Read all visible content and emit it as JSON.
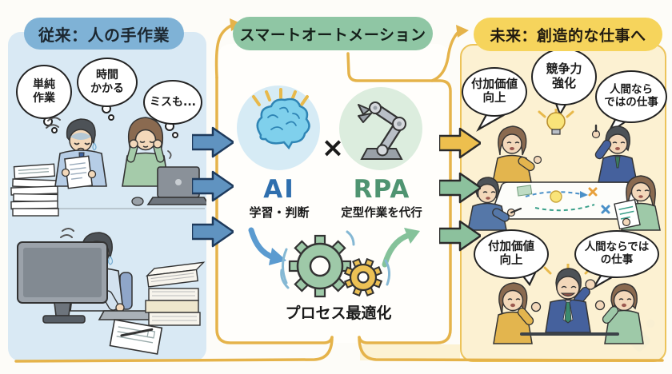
{
  "panels": {
    "traditional": {
      "title": "従来：人の手作業",
      "bubbles": [
        "単純\n作業",
        "時間\nかかる",
        "ミスも..."
      ]
    },
    "automation": {
      "title": "スマートオートメーション",
      "ai": {
        "label": "AI",
        "sub": "学習・判断"
      },
      "multiply": "×",
      "rpa": {
        "label": "RPA",
        "sub": "定型作業を代行"
      },
      "process": "プロセス最適化"
    },
    "future": {
      "title": "未来：創造的な仕事へ",
      "bubbles_top": [
        "付加価値\n向上",
        "競争力\n強化",
        "人間なら\nではの仕事"
      ],
      "bubbles_bottom": [
        "付加価値\n向上",
        "人間ならでは\nの仕事"
      ]
    }
  },
  "icons": [
    "brain-icon",
    "robot-arm-icon",
    "gears-icon",
    "lightbulb-icon",
    "laptop-icon",
    "monitor-icon",
    "document-icon",
    "paper-stack",
    "book-stack",
    "sparkle-icon"
  ],
  "colors": {
    "left_panel_bg": "#d9e9f4",
    "left_pill_bg": "#7fb2d6",
    "mid_panel_bg": "#fffefb",
    "mid_pill_bg": "#8fc6a4",
    "mid_border": "#e5b34a",
    "right_panel_bg": "#fcf1d2",
    "right_pill_bg": "#f6d45c",
    "blue_arrow": "#6093c0",
    "yellow_arrow": "#edbf4e",
    "green_arrow": "#8cc19d",
    "ai_text": "#2f6fae",
    "rpa_text": "#4f9471"
  }
}
